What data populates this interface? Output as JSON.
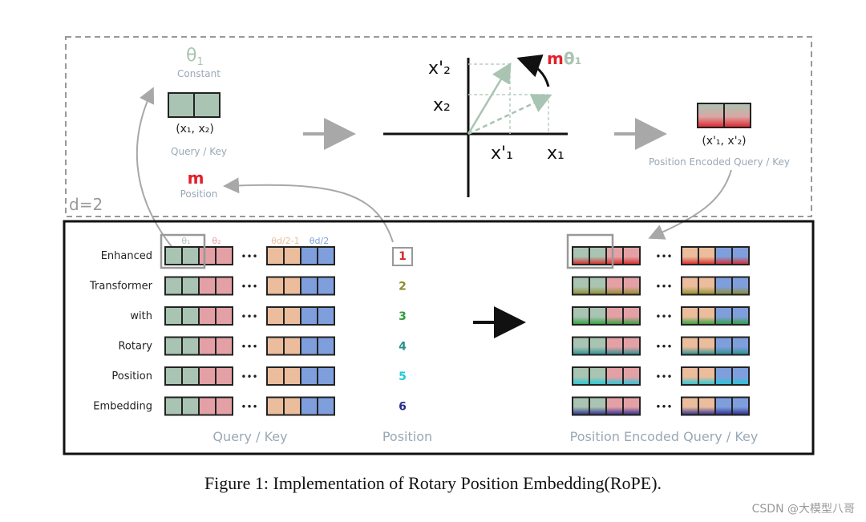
{
  "top_panel": {
    "dimension_label": "d=2",
    "theta_symbol": "θ",
    "theta_sub": "1",
    "constant_label": "Constant",
    "query_key_label": "Query / Key",
    "input_vector_label": "(x₁, x₂)",
    "m_symbol": "m",
    "position_label": "Position",
    "axis_x1": "x₁",
    "axis_x2": "x₂",
    "axis_x1p": "x'₁",
    "axis_x2p": "x'₂",
    "rotation_m": "m",
    "rotation_theta": "θ₁",
    "output_vector_label": "(x'₁, x'₂)",
    "output_label": "Position Encoded Query / Key"
  },
  "bottom_panel": {
    "header_thetas": [
      "θ₁",
      "θ₂",
      "θd/2-1",
      "θd/2"
    ],
    "tokens": [
      "Enhanced",
      "Transformer",
      "with",
      "Rotary",
      "Position",
      "Embedding"
    ],
    "positions": [
      "1",
      "2",
      "3",
      "4",
      "5",
      "6"
    ],
    "position_colors": [
      "#d62728",
      "#8c8c2a",
      "#2e9e3a",
      "#2a8f8f",
      "#22c7d8",
      "#2a2a8c"
    ],
    "ellipsis": "•••",
    "query_key_label": "Query / Key",
    "position_col_label": "Position",
    "output_label": "Position Encoded Query / Key"
  },
  "colors": {
    "green": "#a9c4b2",
    "pink": "#e3a1a6",
    "peach": "#ebbd9c",
    "blue": "#7f9fdc",
    "grey_text": "#9aa8b6",
    "red": "#e3202a"
  },
  "caption": "Figure 1: Implementation of Rotary Position Embedding(RoPE).",
  "watermark": "CSDN @大模型八哥"
}
